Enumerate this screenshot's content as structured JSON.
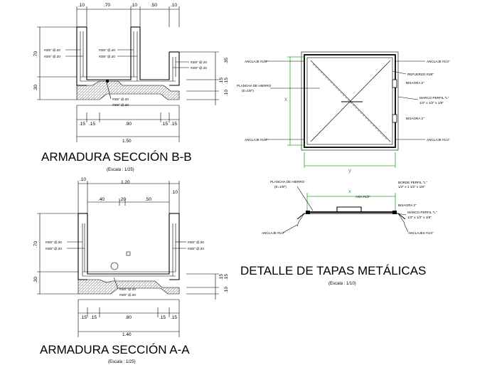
{
  "colors": {
    "line": "#000000",
    "dimension_line": "#2fa82f",
    "background": "#ffffff"
  },
  "section_bb": {
    "title": "ARMADURA SECCIÓN B-B",
    "scale": "(Escala : 1/25)",
    "top_dims": [
      ".10",
      ".70",
      ".10",
      ".50",
      ".10"
    ],
    "bottom_dims": [
      ".15",
      ".15",
      ".90",
      ".15",
      ".15"
    ],
    "total_width": "1.50",
    "left_dims": [
      ".70",
      ".30"
    ],
    "right_dims": [
      ".35",
      ".15",
      ".15",
      ".10"
    ],
    "rebar_labels_left": [
      "#3/8\" @.20",
      "#3/8\" @.20"
    ],
    "rebar_labels_center": [
      "#3/8\" @.20",
      "#3/8\" @.20"
    ],
    "rebar_labels_right": [
      "#3/8\" @.20",
      "#3/8\" @.20"
    ],
    "rebar_labels_bottom": [
      "#3/8\" @.20",
      "#3/8\" @.20"
    ]
  },
  "section_aa": {
    "title": "ARMADURA SECCIÓN A-A",
    "scale": "(Escala : 1/25)",
    "top_dims": [
      ".10",
      "1.20",
      ".10"
    ],
    "inner_dims": [
      ".40",
      ".20",
      ".50"
    ],
    "bottom_dims": [
      ".15",
      ".15",
      ".80",
      ".15",
      ".15"
    ],
    "total_width": "1.40",
    "left_dims": [
      ".70",
      ".30"
    ],
    "right_dims": [
      ".15",
      ".15",
      ".10"
    ],
    "rebar_labels_left": [
      "#3/8\" @.20",
      "#3/8\" @.20"
    ],
    "rebar_labels_right": [
      "#3/8\" @.20",
      "#3/8\" @.20"
    ],
    "rebar_labels_bottom": [
      "#3/8\" @.20",
      "#3/8\" @.20"
    ]
  },
  "detail": {
    "title": "DETALLE DE TAPAS METÁLICAS",
    "scale": "(Escala : 1/10)",
    "plan_labels": {
      "anclaje_tl": "ANCLAJE #1/4\"",
      "anclaje_tr": "ANCLAJE #1/4\"",
      "anclaje_bl": "ANCLAJE #1/4\"",
      "anclaje_br": "ANCLAJE #1/4\"",
      "plancha": "PLANCHA DE HIERRO",
      "plancha_e": "(E=1/8\")",
      "refuerzo": "REFUERZO #3/8\"",
      "bisagra_1": "BISAGRA 2\"",
      "bisagra_2": "BISAGRA 2\"",
      "marco": "MARCO PERFIL \"L\"",
      "marco_dim": "1/2\" x 1/2\" x 1/8\"",
      "x": "x",
      "y": "y"
    },
    "section_labels": {
      "plancha": "PLANCHA DE HIERRO",
      "plancha_e": "(E=1/8\")",
      "x": "x",
      "asa": "ASA #1/2\"",
      "bisagra": "BISAGRA 2\"",
      "borde": "BORDE PERFIL \"L\"",
      "borde_dim": "1/2\" x 1 1/2\" x 1/8\"",
      "marco": "MARCO PERFIL \"L\"",
      "marco_dim": "1/2\" x 1/2\" x 1/8\"",
      "anclaje_l": "ANCLAJE #1/4\"",
      "anclaje_r": "ANCLAJES #1/4\""
    }
  }
}
